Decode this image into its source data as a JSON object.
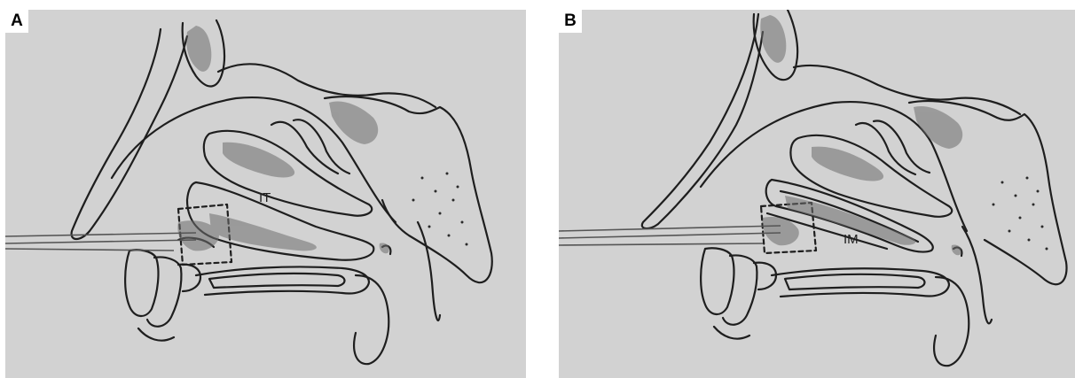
{
  "panels": [
    {
      "letter": "A",
      "structure_label": "IT"
    },
    {
      "letter": "B",
      "structure_label": "IM"
    }
  ],
  "colors": {
    "background": "#d2d2d2",
    "ink": "#1e1e1e",
    "shading": "#6e6e6e"
  }
}
